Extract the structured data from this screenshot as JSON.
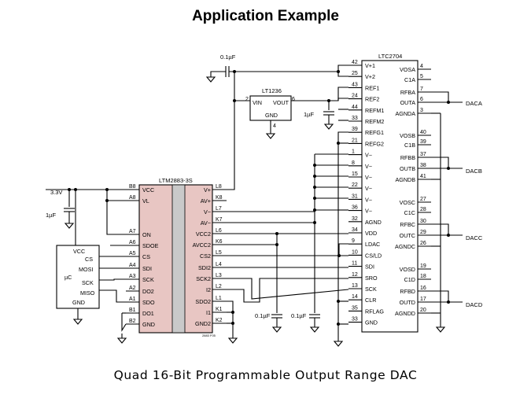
{
  "slide": {
    "title": "Application Example",
    "caption": "Quad 16-Bit Programmable Output Range DAC"
  },
  "diagram": {
    "colors": {
      "isolator_fill": "#e8c6c3",
      "isolator_barrier": "#c9c9c9",
      "line": "#000000"
    },
    "ltm": {
      "name": "LTM2883-3S",
      "left_pins": [
        {
          "num": "B8",
          "label": "VCC"
        },
        {
          "num": "A8",
          "label": "VL"
        },
        {
          "num": "A7",
          "label": "ON"
        },
        {
          "num": "A6",
          "label": "SDOE"
        },
        {
          "num": "A5",
          "label": "CS"
        },
        {
          "num": "A4",
          "label": "SDI"
        },
        {
          "num": "A3",
          "label": "SCK"
        },
        {
          "num": "A2",
          "label": "DO2"
        },
        {
          "num": "A1",
          "label": "SDO"
        },
        {
          "num": "B1",
          "label": "DO1"
        },
        {
          "num": "B2",
          "label": "GND"
        }
      ],
      "right_pins": [
        {
          "num": "L8",
          "label": "V+"
        },
        {
          "num": "K8",
          "label": "AV+"
        },
        {
          "num": "L7",
          "label": "V−"
        },
        {
          "num": "K7",
          "label": "AV−"
        },
        {
          "num": "L6",
          "label": "VCC2"
        },
        {
          "num": "K6",
          "label": "AVCC2"
        },
        {
          "num": "L5",
          "label": "CS2"
        },
        {
          "num": "L4",
          "label": "SDI2"
        },
        {
          "num": "L3",
          "label": "SCK2"
        },
        {
          "num": "L2",
          "label": "I2"
        },
        {
          "num": "L1",
          "label": "SDO2"
        },
        {
          "num": "K1",
          "label": "I1"
        },
        {
          "num": "K2",
          "label": "GND2"
        }
      ],
      "code": "2883 F05"
    },
    "ltc": {
      "name": "LTC2704",
      "left_pins": [
        {
          "num": "42",
          "label": "V+1"
        },
        {
          "num": "25",
          "label": "V+2"
        },
        {
          "num": "43",
          "label": "REF1"
        },
        {
          "num": "24",
          "label": "REF2"
        },
        {
          "num": "44",
          "label": "REFM1"
        },
        {
          "num": "33",
          "label": "REFM2"
        },
        {
          "num": "39",
          "label": "REFG1"
        },
        {
          "num": "21",
          "label": "REFG2"
        },
        {
          "num": "1",
          "label": "V−"
        },
        {
          "num": "8",
          "label": "V−"
        },
        {
          "num": "15",
          "label": "V−"
        },
        {
          "num": "22",
          "label": "V−"
        },
        {
          "num": "31",
          "label": "V−"
        },
        {
          "num": "36",
          "label": "V−"
        },
        {
          "num": "32",
          "label": "AGND"
        },
        {
          "num": "34",
          "label": "VDD"
        },
        {
          "num": "9",
          "label": "LDAC"
        },
        {
          "num": "10",
          "label": "CS/LD"
        },
        {
          "num": "11",
          "label": "SDI"
        },
        {
          "num": "12",
          "label": "SRO"
        },
        {
          "num": "13",
          "label": "SCK"
        },
        {
          "num": "14",
          "label": "CLR"
        },
        {
          "num": "35",
          "label": "RFLAG"
        },
        {
          "num": "33",
          "label": "GND"
        }
      ],
      "right_pins": [
        {
          "num": "4",
          "label": "VOSA"
        },
        {
          "num": "5",
          "label": "C1A"
        },
        {
          "num": "7",
          "label": "RFBA"
        },
        {
          "num": "6",
          "label": "OUTA"
        },
        {
          "num": "3",
          "label": "AGNDA"
        },
        {
          "num": "40",
          "label": "VOSB"
        },
        {
          "num": "39",
          "label": "C1B"
        },
        {
          "num": "37",
          "label": "RFBB"
        },
        {
          "num": "38",
          "label": "OUTB"
        },
        {
          "num": "41",
          "label": "AGNDB"
        },
        {
          "num": "27",
          "label": "VOSC"
        },
        {
          "num": "28",
          "label": "C1C"
        },
        {
          "num": "30",
          "label": "RFBC"
        },
        {
          "num": "29",
          "label": "OUTC"
        },
        {
          "num": "26",
          "label": "AGNDC"
        },
        {
          "num": "19",
          "label": "VOSD"
        },
        {
          "num": "18",
          "label": "C1D"
        },
        {
          "num": "16",
          "label": "RFBD"
        },
        {
          "num": "17",
          "label": "OUTD"
        },
        {
          "num": "20",
          "label": "AGNDD"
        }
      ],
      "outputs": [
        "DACA",
        "DACB",
        "DACC",
        "DACD"
      ]
    },
    "lt1236": {
      "name": "LT1236",
      "vin": "VIN",
      "vout": "VOUT",
      "gnd": "GND",
      "pin_in": "2",
      "pin_out": "6",
      "pin_gnd": "4"
    },
    "uc": {
      "vcc": "VCC",
      "cs": "CS",
      "name": "µC",
      "mosi": "MOSI",
      "sck": "SCK",
      "miso": "MISO",
      "gnd": "GND"
    },
    "labels": {
      "supply": "3.3V",
      "cap_top": "0.1µF",
      "cap_left": "1µF",
      "cap_ref": "1µF",
      "cap_bottom1": "0.1µF",
      "cap_bottom2": "0.1µF"
    }
  }
}
